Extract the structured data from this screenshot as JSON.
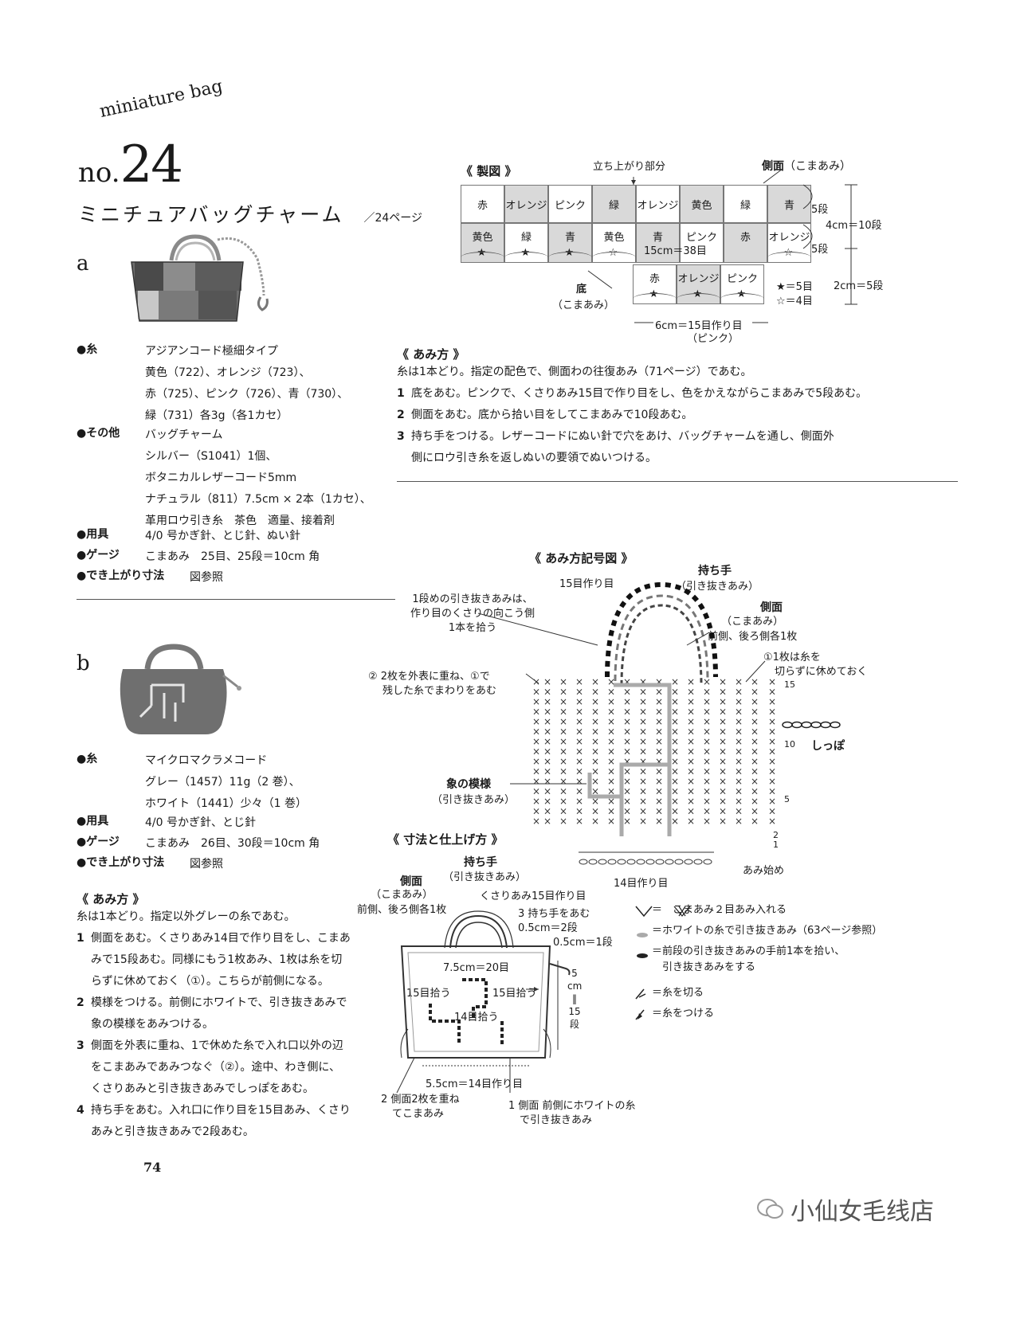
{
  "header": {
    "series": "miniature bag",
    "no_prefix": "no.",
    "number": "24",
    "title": "ミニチュアバッグチャーム",
    "page_ref": "／24ページ"
  },
  "variant_a": {
    "label": "a",
    "materials": [
      {
        "label": "●糸",
        "values": [
          "アジアンコード極細タイプ",
          "黄色（722）、オレンジ（723）、",
          "赤（725）、ピンク（726）、青（730）、",
          "緑（731）各3g（各1カセ）"
        ]
      },
      {
        "label": "●その他",
        "values": [
          "バッグチャーム",
          "シルバー（S1041）1個、",
          "ボタニカルレザーコード5mm",
          "ナチュラル（811）7.5cm × 2本（1カセ）、",
          "革用ロウ引き糸　茶色　適量、接着剤"
        ]
      },
      {
        "label": "●用具",
        "values": [
          "4/0 号かぎ針、とじ針、ぬい針"
        ]
      },
      {
        "label": "●ゲージ",
        "values": [
          "こまあみ　25目、25段＝10cm 角"
        ]
      },
      {
        "label": "●でき上がり寸法",
        "values": [
          "図参照"
        ]
      }
    ]
  },
  "variant_b": {
    "label": "b",
    "materials": [
      {
        "label": "●糸",
        "values": [
          "マイクロマクラメコード",
          "グレー（1457）11g（2 巻）、",
          "ホワイト（1441）少々（1 巻）"
        ]
      },
      {
        "label": "●用具",
        "values": [
          "4/0 号かぎ針、とじ針"
        ]
      },
      {
        "label": "●ゲージ",
        "values": [
          "こまあみ　26目、30段＝10cm 角"
        ]
      },
      {
        "label": "●でき上がり寸法",
        "values": [
          "図参照"
        ]
      }
    ],
    "howto_title": "《 あみ方 》",
    "howto_intro": "糸は1本どり。指定以外グレーの糸であむ。",
    "howto_lines": [
      {
        "n": "1",
        "t": "側面をあむ。くさりあみ14目で作り目をし、こまあ"
      },
      {
        "n": "",
        "t": "みで15段あむ。同様にもう1枚あみ、1枚は糸を切"
      },
      {
        "n": "",
        "t": "らずに休めておく（①）。こちらが前側になる。"
      },
      {
        "n": "2",
        "t": "模様をつける。前側にホワイトで、引き抜きあみで"
      },
      {
        "n": "",
        "t": "象の模様をあみつける。"
      },
      {
        "n": "3",
        "t": "側面を外表に重ね、1で休めた糸で入れ口以外の辺"
      },
      {
        "n": "",
        "t": "をこまあみであみつなぐ（②）。途中、わき側に、"
      },
      {
        "n": "",
        "t": "くさりあみと引き抜きあみでしっぽをあむ。"
      },
      {
        "n": "4",
        "t": "持ち手をあむ。入れ口に作り目を15目あみ、くさり"
      },
      {
        "n": "",
        "t": "あみと引き抜きあみで2段あむ。"
      }
    ]
  },
  "seizu": {
    "title": "《 製図 》",
    "tachiagari": "立ち上がり部分",
    "side_label": "側面",
    "side_sub": "（こまあみ）",
    "row1": [
      "赤",
      "オレンジ",
      "ピンク",
      "緑",
      "オレンジ",
      "黄色",
      "緑",
      "青"
    ],
    "row2": [
      "黄色",
      "緑",
      "青",
      "黄色",
      "青",
      "ピンク",
      "赤",
      "オレンジ"
    ],
    "row3": [
      "赤",
      "オレンジ",
      "ピンク"
    ],
    "width_label": "15cm＝38目",
    "dan5a": "5段",
    "dan5b": "5段",
    "h_label": "4cm＝10段",
    "h2_label": "2cm＝5段",
    "star_legend1": "★＝5目",
    "star_legend2": "☆＝4目",
    "bottom_label": "底",
    "bottom_sub": "（こまあみ）",
    "base_label": "6cm＝15目作り目",
    "base_sub": "（ピンク）",
    "star": "★",
    "star_open": "☆"
  },
  "howto_a": {
    "title": "《 あみ方 》",
    "intro": "糸は1本どり。指定の配色で、側面わの往復あみ（71ページ）であむ。",
    "steps": [
      {
        "n": "1",
        "t": "底をあむ。ピンクで、くさりあみ15目で作り目をし、色をかえながらこまあみで5段あむ。"
      },
      {
        "n": "2",
        "t": "側面をあむ。底から拾い目をしてこまあみで10段あむ。"
      },
      {
        "n": "3",
        "t": "持ち手をつける。レザーコードにぬい針で穴をあけ、バッグチャームを通し、側面外"
      },
      {
        "n": "",
        "t": "側にロウ引き糸を返しぬいの要領でぬいつける。"
      }
    ]
  },
  "symbol_chart": {
    "title": "《 あみ方記号図 》",
    "handle_title": "持ち手",
    "handle_sub": "（引き抜きあみ）",
    "chain15": "15目作り目",
    "note1": [
      "1段めの引き抜きあみは、",
      "作り目のくさりの向こう側",
      "1本を拾う"
    ],
    "side_title": "側面",
    "side_sub": [
      "（こまあみ）",
      "前側、後ろ側各1枚"
    ],
    "note_cut": [
      "①1枚は糸を",
      "切らずに休めておく"
    ],
    "note2": [
      "② 2枚を外表に重ね、①で",
      "残した糸でまわりをあむ"
    ],
    "tail": "しっぽ",
    "elephant_title": "象の模様",
    "elephant_sub": "（引き抜きあみ）",
    "rows": [
      "15",
      "10",
      "5",
      "2",
      "1"
    ],
    "start": "あみ始め",
    "chain14": "14目作り目"
  },
  "finishing": {
    "title": "《 寸法と仕上げ方 》",
    "handle": "持ち手",
    "handle_sub": "（引き抜きあみ）",
    "side": "側面",
    "side_sub": [
      "（こまあみ）",
      "前側、後ろ側各1枚"
    ],
    "chain15": "くさりあみ15目作り目",
    "step3": "3 持ち手をあむ",
    "h05": "0.5cm＝2段",
    "h05b": "0.5cm＝1段",
    "w75": "7.5cm＝20目",
    "pick15a": "15目拾う",
    "pick15b": "15目拾う",
    "pick14": "14目拾う",
    "vert": [
      "5",
      "cm",
      "‖",
      "15",
      "段"
    ],
    "base": "5.5cm＝14目作り目",
    "note2": [
      "2 側面2枚を重ね",
      "てこまあみ"
    ],
    "note1": [
      "1 側面 前側にホワイトの糸",
      "で引き抜きあみ"
    ]
  },
  "legend": [
    "＝　こまあみ２目あみ入れる",
    "＝ホワイトの糸で引き抜きあみ（63ページ参照）",
    "＝前段の引き抜きあみの手前1本を拾い、",
    "　引き抜きあみをする",
    "＝糸を切る",
    "＝糸をつける"
  ],
  "footer": {
    "page_number": "74",
    "watermark": "小仙女毛线店"
  }
}
